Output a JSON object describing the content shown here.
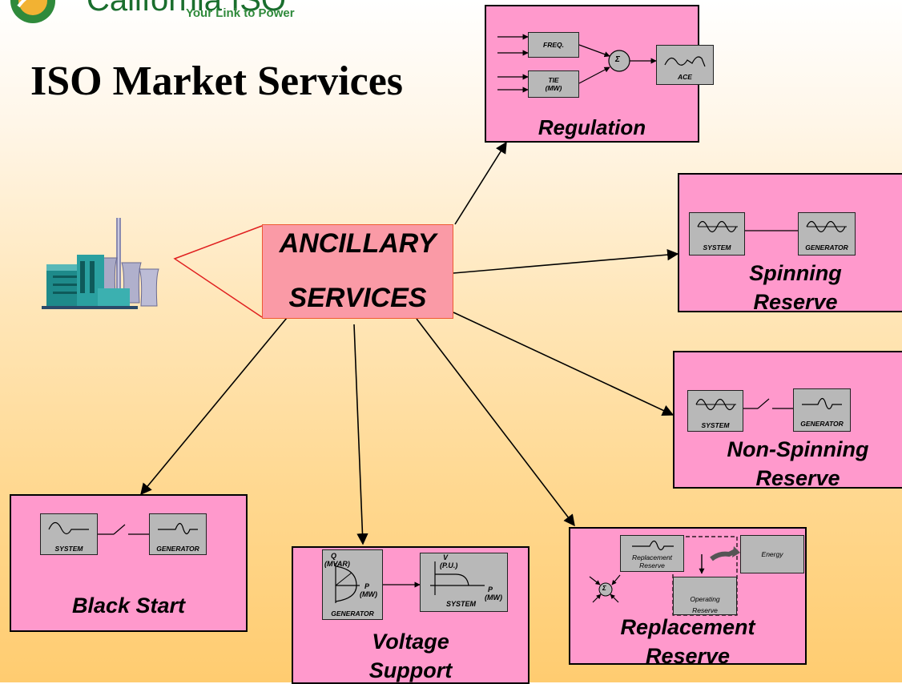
{
  "logo": {
    "name": "California ISO",
    "tagline": "Your Link to Power"
  },
  "title": "ISO Market Services",
  "center": {
    "line1": "ANCILLARY",
    "line2": "SERVICES"
  },
  "services": {
    "regulation": {
      "label": "Regulation",
      "freq": "FREQ.",
      "tie1": "TIE",
      "tie2": "(MW)",
      "sigma": "Σ",
      "ace": "ACE"
    },
    "spinning": {
      "line1": "Spinning",
      "line2": "Reserve",
      "system": "SYSTEM",
      "generator": "GENERATOR"
    },
    "non_spinning": {
      "line1": "Non-Spinning",
      "line2": "Reserve",
      "system": "SYSTEM",
      "generator": "GENERATOR"
    },
    "black_start": {
      "label": "Black Start",
      "system": "SYSTEM",
      "generator": "GENERATOR"
    },
    "voltage": {
      "line1": "Voltage",
      "line2": "Support",
      "q1": "Q",
      "q2": "(MVAR)",
      "p1": "P",
      "p2": "(MW)",
      "generator": "GENERATOR",
      "v1": "V",
      "v2": "(P.U.)",
      "sp1": "P",
      "sp2": "(MW)",
      "system": "SYSTEM"
    },
    "replacement": {
      "line1": "Replacement",
      "line2": "Reserve",
      "rr1": "Replacement",
      "rr2": "Reserve",
      "energy": "Energy",
      "or1": "Operating",
      "or2": "Reserve",
      "sigma": "Σ"
    }
  },
  "colors": {
    "box": "#ff99cc",
    "center_box": "#fa9aa6",
    "component": "#b8b8b8"
  },
  "icons": [
    "power-plant-icon",
    "california-iso-logo"
  ]
}
